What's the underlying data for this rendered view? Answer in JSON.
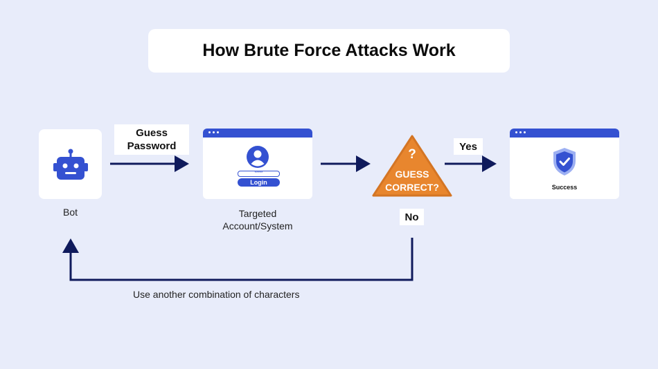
{
  "title": "How Brute Force Attacks Work",
  "bot": {
    "label": "Bot",
    "icon": "robot-icon"
  },
  "guess_tag": {
    "line1": "Guess",
    "line2": "Password"
  },
  "target": {
    "label_line1": "Targeted",
    "label_line2": "Account/System",
    "password_mask": "*****",
    "login_label": "Login",
    "icon": "user-avatar-icon"
  },
  "decision": {
    "mark": "?",
    "line1": "GUESS",
    "line2": "CORRECT?"
  },
  "yes_label": "Yes",
  "no_label": "No",
  "success": {
    "label": "Success",
    "icon": "shield-check-icon"
  },
  "loop_label": "Use another combination of characters",
  "colors": {
    "background": "#e8ecfa",
    "primary_blue": "#3451d1",
    "arrow_navy": "#0f1a5c",
    "decision_orange": "#e8862e"
  }
}
